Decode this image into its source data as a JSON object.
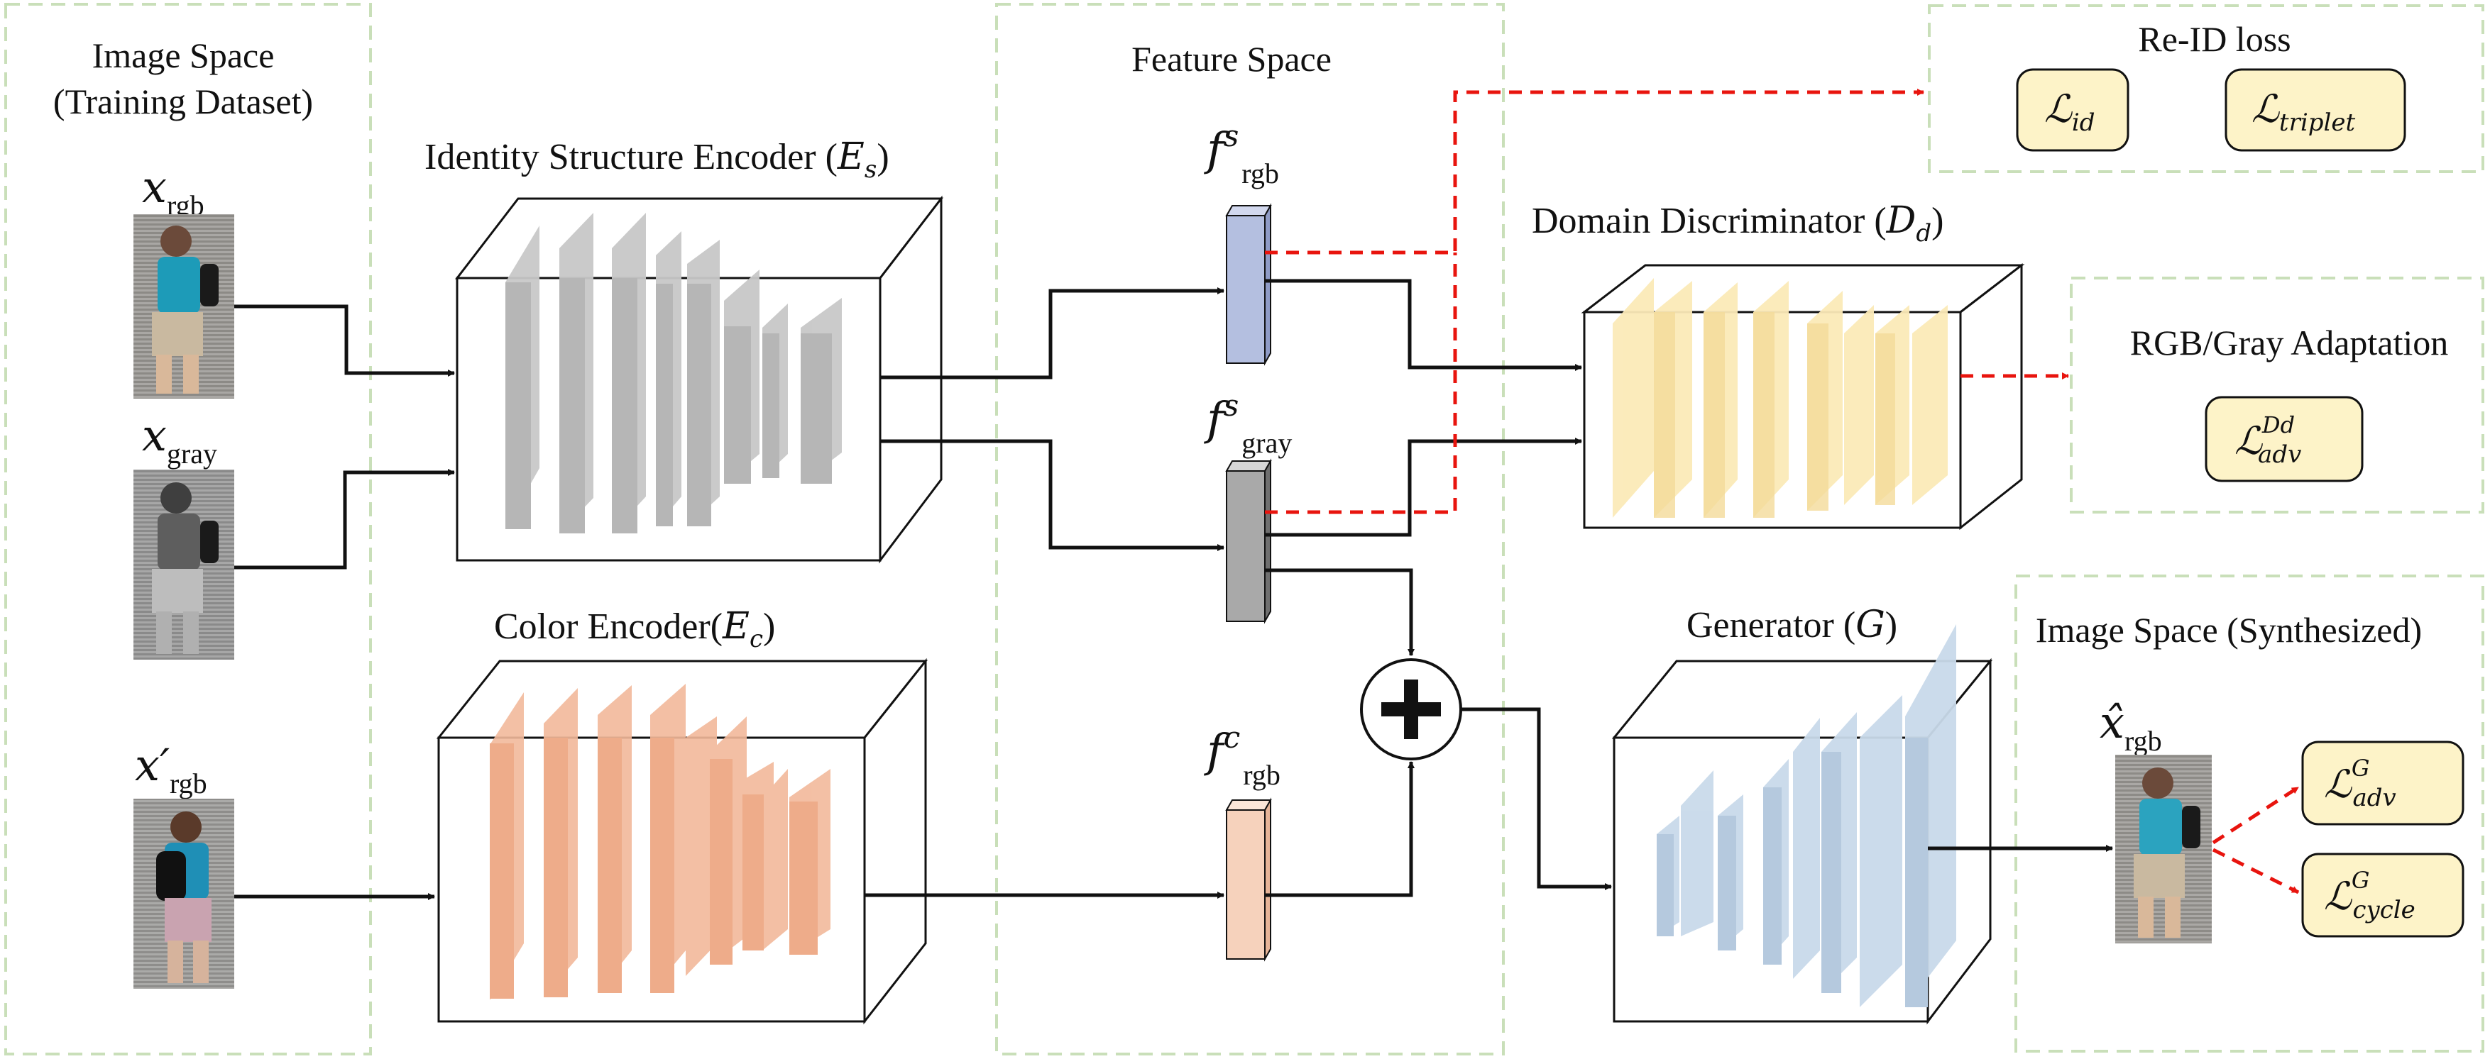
{
  "regions": {
    "image_space_training": {
      "line1": "Image Space",
      "line2": "(Training Dataset)"
    },
    "feature_space": "Feature Space",
    "reid_loss": "Re-ID loss",
    "rgb_gray_adaptation": "RGB/Gray Adaptation",
    "image_space_synthesized": "Image Space (Synthesized)"
  },
  "encoders": {
    "identity_structure": {
      "label": "Identity Structure Encoder (",
      "symbol": "E",
      "sub": "s",
      "tail": ")"
    },
    "color": {
      "label": "Color Encoder(",
      "symbol": "E",
      "sub": "c",
      "tail": ")"
    },
    "domain_discriminator": {
      "label": "Domain Discriminator (",
      "symbol": "D",
      "sub": "d",
      "tail": ")"
    },
    "generator": {
      "label": "Generator (",
      "symbol": "G",
      "tail": ")"
    }
  },
  "inputs": {
    "x_rgb": {
      "symbol": "x",
      "sub": "rgb"
    },
    "x_gray": {
      "symbol": "x",
      "sub": "gray"
    },
    "x_prime_rgb": {
      "symbol": "x′",
      "sub": "rgb"
    },
    "x_hat_rgb": {
      "symbol": "x̂",
      "sub": "rgb"
    }
  },
  "features": {
    "fs_rgb": {
      "symbol": "f",
      "sup": "s",
      "sub": "rgb"
    },
    "fs_gray": {
      "symbol": "f",
      "sup": "s",
      "sub": "gray"
    },
    "fc_rgb": {
      "symbol": "f",
      "sup": "c",
      "sub": "rgb"
    }
  },
  "losses": {
    "id": {
      "symbol": "ℒ",
      "sub": "id"
    },
    "triplet": {
      "symbol": "ℒ",
      "sub": "triplet"
    },
    "adv_d": {
      "symbol": "ℒ",
      "sup": "Dd",
      "sub": "adv"
    },
    "adv_g": {
      "symbol": "ℒ",
      "sup": "G",
      "sub": "adv"
    },
    "cycle_g": {
      "symbol": "ℒ",
      "sup": "G",
      "sub": "cycle"
    }
  },
  "colors": {
    "region_border": "#c9dfb9",
    "identity_encoder": "#c8c8c8",
    "color_encoder": "#f2b99b",
    "discriminator": "#fbeab8",
    "generator": "#c9daea",
    "loss_box": "#fdf3c8",
    "dashed_arrow": "#e8140e",
    "fs_rgb_bar": "#b4bfe0",
    "fs_gray_bar": "#a9a9a9",
    "fc_rgb_bar": "#f6d2bc"
  },
  "icons": {
    "sum": "plus-circle-icon"
  }
}
